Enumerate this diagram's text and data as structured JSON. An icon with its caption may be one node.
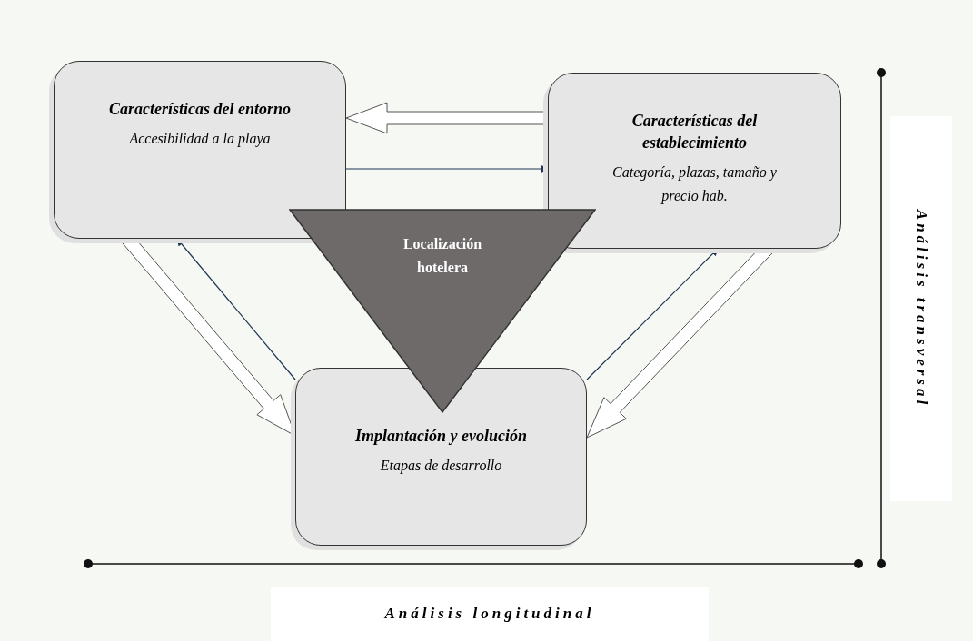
{
  "diagram": {
    "nodes": [
      {
        "text": [
          "Características del entorno",
          "Accesibilidad a la playa"
        ]
      },
      {
        "text": [
          "Características del establecimiento",
          "Categoría, plazas, tamaño y precio hab."
        ]
      },
      {
        "text": [
          "Localización hotelera"
        ]
      },
      {
        "text": [
          "Implantación y evolución",
          "Etapas de desarrollo"
        ]
      }
    ],
    "edges": [
      {
        "from": 1,
        "to": 0,
        "arrow": "to",
        "style": "thick"
      },
      {
        "from": 0,
        "to": 1,
        "arrow": "to",
        "color": "#1f3553"
      },
      {
        "from": 0,
        "to": 3,
        "arrow": "to",
        "style": "thick"
      },
      {
        "from": 3,
        "to": 0,
        "arrow": "to",
        "color": "#1f3553"
      },
      {
        "from": 1,
        "to": 3,
        "arrow": "to",
        "style": "thick"
      },
      {
        "from": 3,
        "to": 1,
        "arrow": "to",
        "color": "#1f3553"
      }
    ],
    "labels": [
      "Análisis transversal",
      "Análisis longitudinal"
    ]
  }
}
